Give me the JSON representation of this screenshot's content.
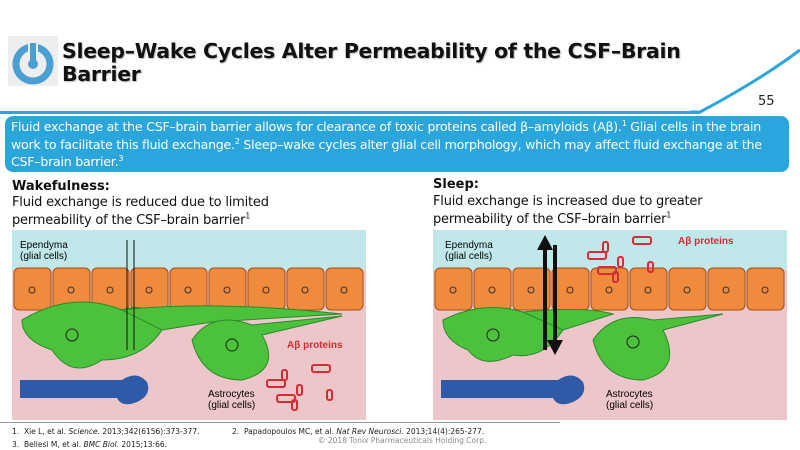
{
  "header": {
    "title": "Sleep–Wake Cycles Alter Permeability of the CSF–Brain Barrier",
    "page_number": "55"
  },
  "callout": {
    "s1": "Fluid exchange at the CSF–brain barrier allows for clearance of toxic proteins called β–amyloids (Aβ).",
    "r1": "1",
    "s2": " Glial cells in the brain work to facilitate this fluid exchange.",
    "r2": "2",
    "s3": " Sleep–wake cycles alter glial cell morphology, which may affect fluid exchange at the CSF–brain barrier.",
    "r3": "3"
  },
  "wake": {
    "heading": "Wakefulness:",
    "desc": "Fluid exchange is reduced due to limited permeability of the CSF–brain barrier",
    "ref": "1",
    "ependyma1": "Ependyma",
    "ependyma2": "(glial cells)",
    "astro1": "Astrocytes",
    "astro2": "(glial cells)",
    "protein": "Aβ proteins"
  },
  "sleep": {
    "heading": "Sleep:",
    "desc": "Fluid exchange is increased due to greater permeability of the CSF–brain barrier",
    "ref": "1",
    "ependyma1": "Ependyma",
    "ependyma2": "(glial cells)",
    "astro1": "Astrocytes",
    "astro2": "(glial cells)",
    "protein": "Aβ proteins"
  },
  "references": [
    {
      "num": "1.",
      "pre": "Xie L, et al. ",
      "journal": "Science.",
      "post": " 2013;342(6156):373-377."
    },
    {
      "num": "2.",
      "pre": "Papadopoulos MC, et al. ",
      "journal": "Nat Rev Neurosci.",
      "post": " 2013;14(4):265-277."
    },
    {
      "num": "3.",
      "pre": "Bellesi M, et al. ",
      "journal": "BMC Biol.",
      "post": " 2015;13:66."
    }
  ],
  "footer": {
    "copyright": "© 2018 Tonix Pharmaceuticals Holding Corp."
  },
  "colors": {
    "accent": "#2aa6dc",
    "csf": "#c0e8ea",
    "cells": "#f08a3c",
    "brain": "#ecc6c8",
    "astro": "#4cc23c",
    "neuron": "#2e5aa8",
    "protein": "#d42d35"
  }
}
